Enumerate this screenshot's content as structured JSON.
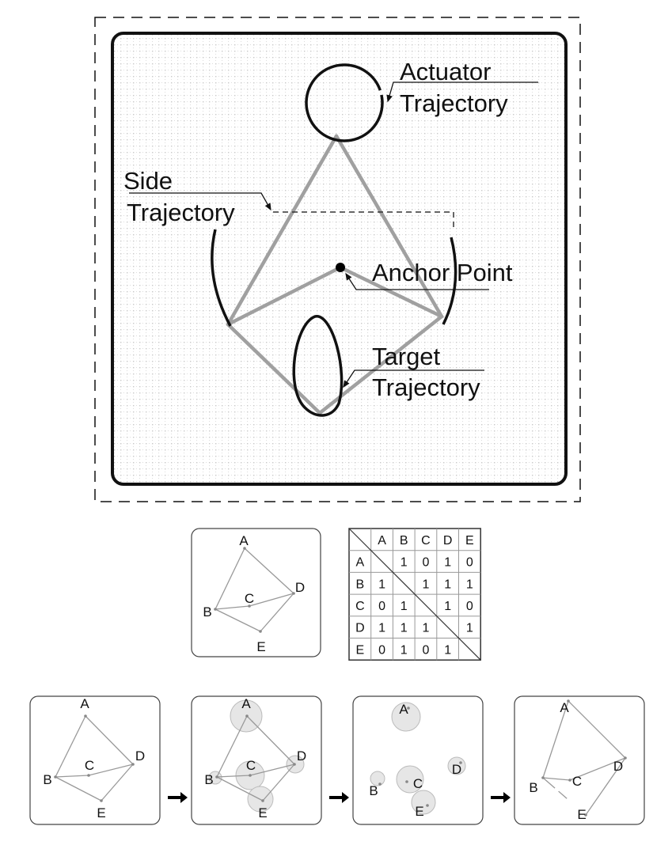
{
  "colors": {
    "link": "#a0a0a0",
    "trajectory": "#111111",
    "bubble": "#e6e6e6",
    "grid_dot": "#c8c8c8"
  },
  "top_diagram": {
    "actuator_label": [
      "Actuator",
      "Trajectory"
    ],
    "side_label": [
      "Side",
      "Trajectory"
    ],
    "anchor_label": "Anchor Point",
    "target_label": [
      "Target",
      "Trajectory"
    ]
  },
  "graph": {
    "nodes": [
      "A",
      "B",
      "C",
      "D",
      "E"
    ],
    "edges": [
      [
        "A",
        "B"
      ],
      [
        "A",
        "D"
      ],
      [
        "B",
        "C"
      ],
      [
        "C",
        "D"
      ],
      [
        "B",
        "E"
      ],
      [
        "E",
        "D"
      ]
    ]
  },
  "matrix": {
    "headers": [
      "A",
      "B",
      "C",
      "D",
      "E"
    ],
    "rows": [
      [
        "",
        "1",
        "0",
        "1",
        "0"
      ],
      [
        "1",
        "",
        "1",
        "1",
        "1"
      ],
      [
        "0",
        "1",
        "",
        "1",
        "0"
      ],
      [
        "1",
        "1",
        "1",
        "",
        "1"
      ],
      [
        "0",
        "1",
        "0",
        "1",
        ""
      ]
    ]
  },
  "steps": [
    "original-graph",
    "bubbles-on-graph",
    "bubbles-only",
    "reconstructed-graph"
  ]
}
